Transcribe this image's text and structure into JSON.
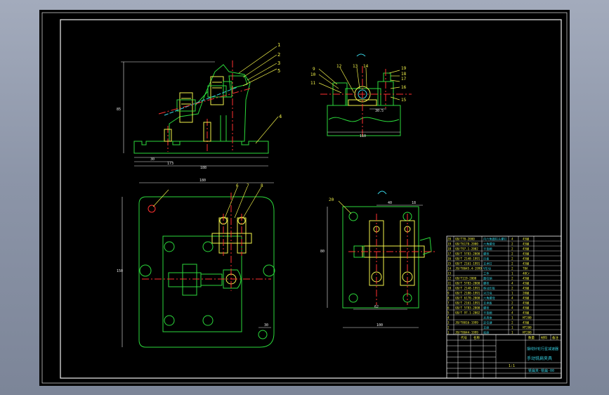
{
  "balloons": {
    "front": [
      "1",
      "2",
      "3",
      "4",
      "5"
    ],
    "side": [
      "9",
      "10",
      "11",
      "12",
      "13",
      "14",
      "15",
      "16",
      "17",
      "18",
      "19"
    ],
    "plan": [
      "6",
      "7",
      "8"
    ],
    "plan_right": [
      "20"
    ]
  },
  "dims": {
    "front_overall": "188",
    "front_mid": "173",
    "front_base": "30",
    "front_height": "85",
    "side_width": "110",
    "side_small": "30.5",
    "plan_width": "180",
    "plan_depth": "150",
    "plan_small": "30",
    "right_width": "100",
    "right_inner": "62",
    "right_depth": "80",
    "right_top": "40",
    "right_gap": "18"
  },
  "title_block": {
    "part_name": "手动铣扁夹具",
    "col_headers": [
      "代号",
      "名称",
      "数量",
      "材料",
      "备注"
    ],
    "project": "摆线针轮行星减速器",
    "drawing_no": "铣扁夹-铣扁-00",
    "scale": "1:1"
  },
  "bom": [
    {
      "no": "20",
      "code": "GB/T70-2000",
      "name": "内六角圆柱头螺钉",
      "qty": "4",
      "mat": "45钢"
    },
    {
      "no": "19",
      "code": "GB/T6170-2000",
      "name": "六角螺母",
      "qty": "2",
      "mat": "45钢"
    },
    {
      "no": "18",
      "code": "GB/T97.1-2002",
      "name": "平垫圈",
      "qty": "2",
      "mat": "45钢"
    },
    {
      "no": "17",
      "code": "GB/T 5783-2000",
      "name": "螺栓",
      "qty": "2",
      "mat": "45钢"
    },
    {
      "no": "16",
      "code": "GB/T 2148-1991",
      "name": "压板",
      "qty": "2",
      "mat": "45钢"
    },
    {
      "no": "15",
      "code": "GB/T 2161-1991",
      "name": "支承钉",
      "qty": "2",
      "mat": "45钢"
    },
    {
      "no": "14",
      "code": "JB/T8045.4-1999",
      "name": "V形块",
      "qty": "2",
      "mat": "T8A"
    },
    {
      "no": "13",
      "code": "",
      "name": "工件",
      "qty": "1",
      "mat": "40Cr"
    },
    {
      "no": "12",
      "code": "GB/T119-2000",
      "name": "圆柱销",
      "qty": "2",
      "mat": "45钢"
    },
    {
      "no": "11",
      "code": "GB/T 5783-2000",
      "name": "螺栓",
      "qty": "4",
      "mat": "45钢"
    },
    {
      "no": "10",
      "code": "GB/T 2148-1991",
      "name": "移动压板",
      "qty": "2",
      "mat": "45钢"
    },
    {
      "no": "9",
      "code": "GB/T 2180-1991",
      "name": "对刀块",
      "qty": "1",
      "mat": "20钢"
    },
    {
      "no": "8",
      "code": "GB/T 6170-2000",
      "name": "六角螺母",
      "qty": "4",
      "mat": "45钢"
    },
    {
      "no": "7",
      "code": "GB/T 2161-1991",
      "name": "支承板",
      "qty": "2",
      "mat": "45钢"
    },
    {
      "no": "6",
      "code": "GB/T 5783-2000",
      "name": "螺栓",
      "qty": "4",
      "mat": "45钢"
    },
    {
      "no": "5",
      "code": "GB/T 97.1-2002",
      "name": "平垫圈",
      "qty": "4",
      "mat": "45钢"
    },
    {
      "no": "4",
      "code": "",
      "name": "夹具体",
      "qty": "1",
      "mat": "HT200"
    },
    {
      "no": "3",
      "code": "JB/T8016-1999",
      "name": "定位键",
      "qty": "2",
      "mat": "45钢"
    },
    {
      "no": "2",
      "code": "",
      "name": "支座",
      "qty": "1",
      "mat": "HT200"
    },
    {
      "no": "1",
      "code": "JB/T8044-1999",
      "name": "底座",
      "qty": "1",
      "mat": "HT200"
    }
  ]
}
